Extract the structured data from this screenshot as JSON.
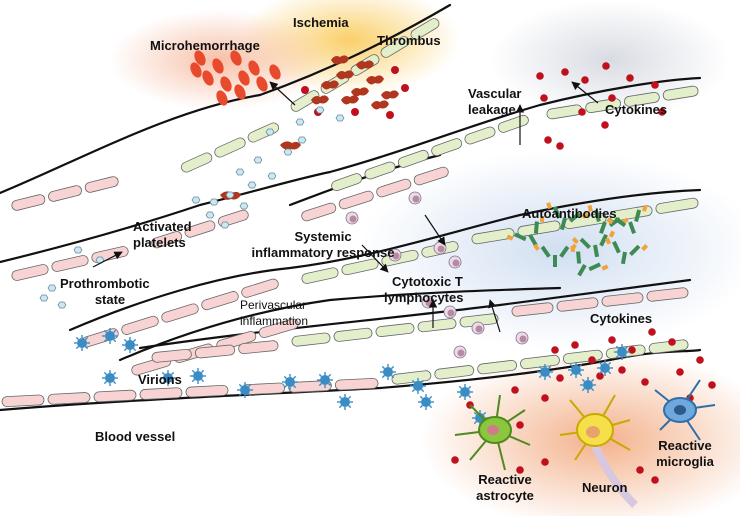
{
  "labels": {
    "ischemia": "Ischemia",
    "microhemorrhage": "Microhemorrhage",
    "thrombus": "Thrombus",
    "vascular_leakage_1": "Vascular",
    "vascular_leakage_2": "leakage",
    "cytokines_top": "Cytokines",
    "activated_platelets_1": "Activated",
    "activated_platelets_2": "platelets",
    "systemic_1": "Systemic",
    "systemic_2": "inflammatory response",
    "autoantibodies": "Autoantibodies",
    "prothrombotic_1": "Prothrombotic",
    "prothrombotic_2": "state",
    "cytotoxic_1": "Cytotoxic T",
    "cytotoxic_2": "lymphocytes",
    "perivascular_1": "Perivascular",
    "perivascular_2": "inflammation",
    "cytokines_bottom": "Cytokines",
    "virions": "Virions",
    "blood_vessel": "Blood vessel",
    "reactive_astrocyte_1": "Reactive",
    "reactive_astrocyte_2": "astrocyte",
    "neuron": "Neuron",
    "reactive_microglia_1": "Reactive",
    "reactive_microglia_2": "microglia"
  },
  "colors": {
    "endothelium_pink": "#f7d4d3",
    "endothelium_green": "#e3efcb",
    "rbc": "#e84a2e",
    "cytokine": "#c0101e",
    "platelet": "#cfe6ef",
    "virion": "#3a8cc4",
    "antibody_green": "#3d8a52",
    "antibody_orange": "#f2a23a",
    "lymphocyte": "#b88aa0",
    "astrocyte": "#8cc63f",
    "neuron": "#f5e04a",
    "microglia": "#6fa8dc",
    "ischemia_glow": "#f9c74f",
    "brain_glow": "#f4b183",
    "immune_glow": "#d6e4f5"
  }
}
